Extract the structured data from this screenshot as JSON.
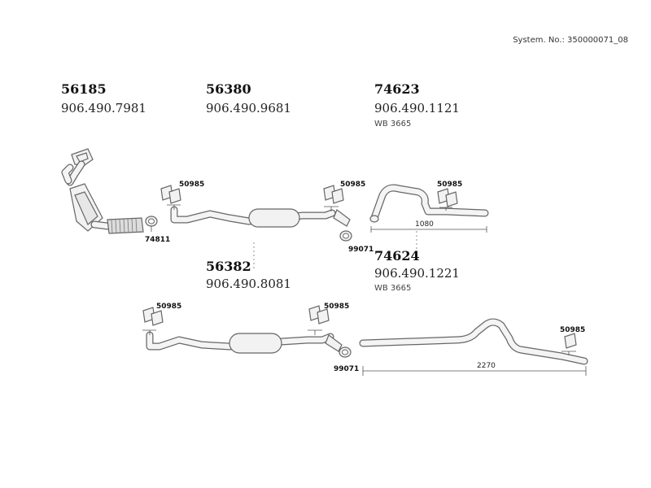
{
  "system_no": "System. No.: 350000071_08",
  "labels": {
    "cat": {
      "part": "56185",
      "oe": "906.490.7981"
    },
    "front_pipe": {
      "part": "56380",
      "oe": "906.490.9681"
    },
    "tail_short": {
      "part": "74623",
      "oe": "906.490.1121",
      "wb": "WB 3665"
    },
    "middle_alt": {
      "part": "56382",
      "oe": "906.490.8081"
    },
    "tail_long": {
      "part": "74624",
      "oe": "906.490.1221",
      "wb": "WB 3665"
    }
  },
  "small_labels": {
    "rubber_a": "50985",
    "rubber_b": "50985",
    "rubber_c": "50985",
    "rubber_d": "50985",
    "rubber_e": "50985",
    "rubber_f": "50985",
    "clamp_a": "74811",
    "clamp_b": "99071",
    "clamp_c": "99071"
  },
  "dimensions": {
    "short": "1080",
    "long": "2270"
  }
}
